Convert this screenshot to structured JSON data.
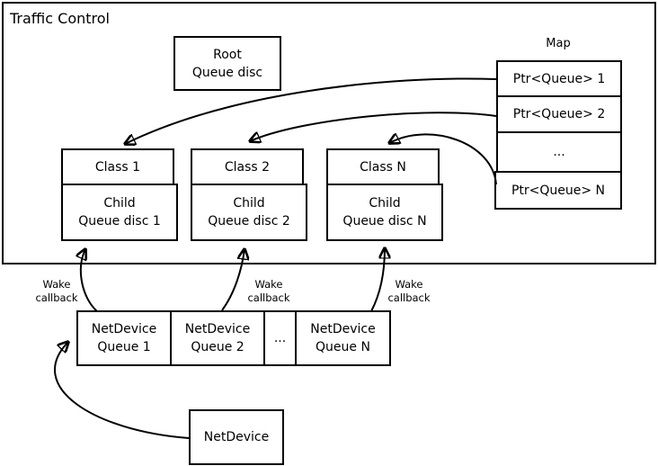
{
  "title": "Traffic Control",
  "root_queue_disc": {
    "line1": "Root",
    "line2": "Queue disc"
  },
  "map": {
    "label": "Map",
    "rows": [
      "Ptr<Queue> 1",
      "Ptr<Queue> 2",
      "...",
      "Ptr<Queue> N"
    ]
  },
  "classes": [
    {
      "header": "Class 1",
      "child_line1": "Child",
      "child_line2": "Queue disc 1"
    },
    {
      "header": "Class 2",
      "child_line1": "Child",
      "child_line2": "Queue disc 2"
    },
    {
      "header": "Class N",
      "child_line1": "Child",
      "child_line2": "Queue disc N"
    }
  ],
  "wake_callbacks": [
    {
      "line1": "Wake",
      "line2": "callback"
    },
    {
      "line1": "Wake",
      "line2": "callback"
    },
    {
      "line1": "Wake",
      "line2": "callback"
    }
  ],
  "netdevice_queues": [
    {
      "line1": "NetDevice",
      "line2": "Queue 1"
    },
    {
      "line1": "NetDevice",
      "line2": "Queue 2"
    },
    {
      "line1": "..."
    },
    {
      "line1": "NetDevice",
      "line2": "Queue N"
    }
  ],
  "netdevice": {
    "label": "NetDevice"
  },
  "colors": {
    "line": "#000000",
    "background": "#ffffff"
  }
}
